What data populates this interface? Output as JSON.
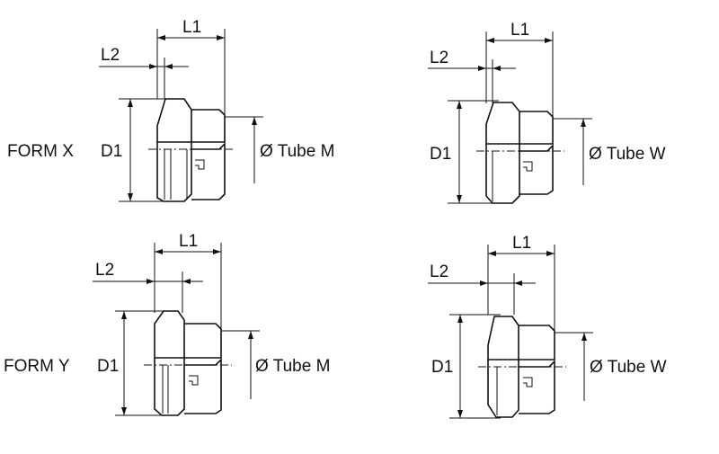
{
  "forms": {
    "x": "FORM X",
    "y": "FORM Y"
  },
  "drawings": [
    {
      "id": "form-x-tube-m",
      "l1": "L1",
      "l2": "L2",
      "d1": "D1",
      "tube": "Ø Tube M"
    },
    {
      "id": "form-x-tube-w",
      "l1": "L1",
      "l2": "L2",
      "d1": "D1",
      "tube": "Ø Tube W"
    },
    {
      "id": "form-y-tube-m",
      "l1": "L1",
      "l2": "L2",
      "d1": "D1",
      "tube": "Ø Tube M"
    },
    {
      "id": "form-y-tube-w",
      "l1": "L1",
      "l2": "L2",
      "d1": "D1",
      "tube": "Ø Tube W"
    }
  ]
}
